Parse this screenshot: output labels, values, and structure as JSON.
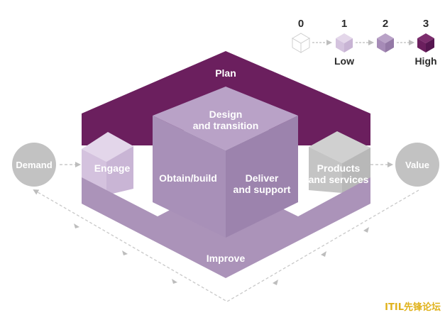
{
  "colors": {
    "plan_dark": "#6b1f5e",
    "plan_shadow": "#5a1a50",
    "improve_mid": "#ab93b9",
    "improve_side": "#9d84ad",
    "cube_top": "#b9a2c7",
    "cube_left": "#a890b8",
    "cube_right": "#9c83ad",
    "engage_light": "#d8c8e0",
    "products_grey": "#c4c4c4",
    "circle_grey": "#c2c2c2",
    "arrow_grey": "#bdbdbd"
  },
  "diagram": {
    "plan": "Plan",
    "design_line1": "Design",
    "design_line2": "and transition",
    "obtain": "Obtain/build",
    "deliver_line1": "Deliver",
    "deliver_line2": "and support",
    "engage": "Engage",
    "products_line1": "Products",
    "products_line2": "and services",
    "improve": "Improve",
    "demand": "Demand",
    "value": "Value"
  },
  "legend": {
    "levels": [
      "0",
      "1",
      "2",
      "3"
    ],
    "low": "Low",
    "high": "High",
    "cube_colors": [
      "#ffffff",
      "#d8c8e0",
      "#a98cbb",
      "#6b1f5e"
    ]
  },
  "watermark": "ITIL先锋论坛"
}
